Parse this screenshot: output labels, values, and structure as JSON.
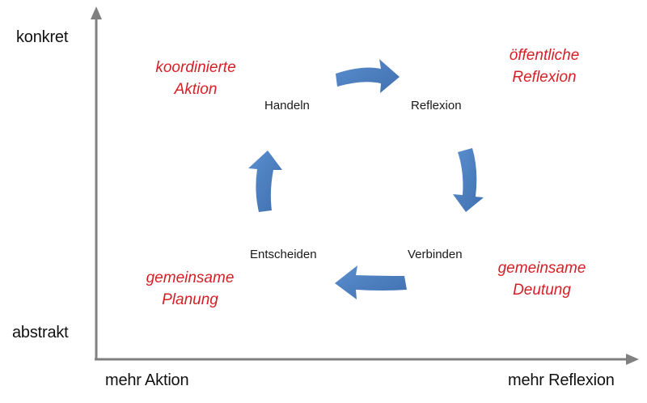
{
  "axes": {
    "y_top_label": "konkret",
    "y_bottom_label": "abstrakt",
    "x_left_label": "mehr Aktion",
    "x_right_label": "mehr Reflexion",
    "line_color": "#808080"
  },
  "cycle": {
    "nodes": [
      "Handeln",
      "Reflexion",
      "Verbinden",
      "Entscheiden"
    ],
    "arrow_color": "#4f81bd",
    "direction": "clockwise"
  },
  "modes": {
    "top_left": {
      "line1": "koordinierte",
      "line2": "Aktion"
    },
    "top_right": {
      "line1": "öffentliche",
      "line2": "Reflexion"
    },
    "bottom_right": {
      "line1": "gemeinsame",
      "line2": "Deutung"
    },
    "bottom_left": {
      "line1": "gemeinsame",
      "line2": "Planung"
    },
    "color": "#d61f26"
  }
}
